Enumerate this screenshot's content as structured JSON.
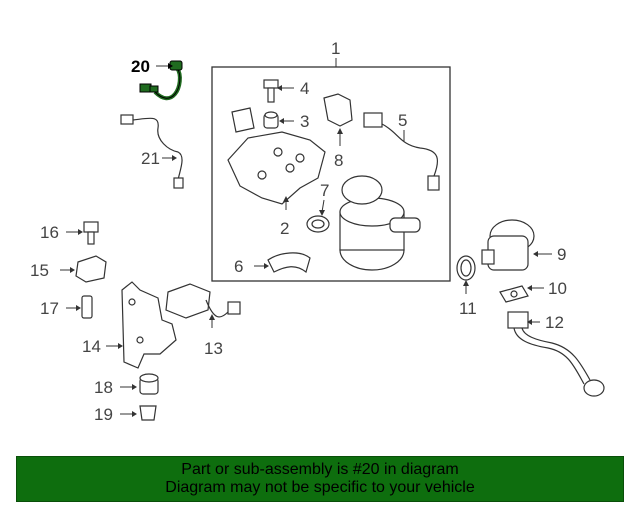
{
  "diagram": {
    "highlight_color": "#1f6b1f",
    "callouts": {
      "c1": "1",
      "c2": "2",
      "c3": "3",
      "c4": "4",
      "c5": "5",
      "c6": "6",
      "c7": "7",
      "c8": "8",
      "c9": "9",
      "c10": "10",
      "c11": "11",
      "c12": "12",
      "c13": "13",
      "c14": "14",
      "c15": "15",
      "c16": "16",
      "c17": "17",
      "c18": "18",
      "c19": "19",
      "c20": "20",
      "c21": "21"
    }
  },
  "banner": {
    "color": "#0e6e0e",
    "line1": "Part or sub-assembly is #20 in diagram",
    "line2": "Diagram may not be specific to your vehicle"
  }
}
